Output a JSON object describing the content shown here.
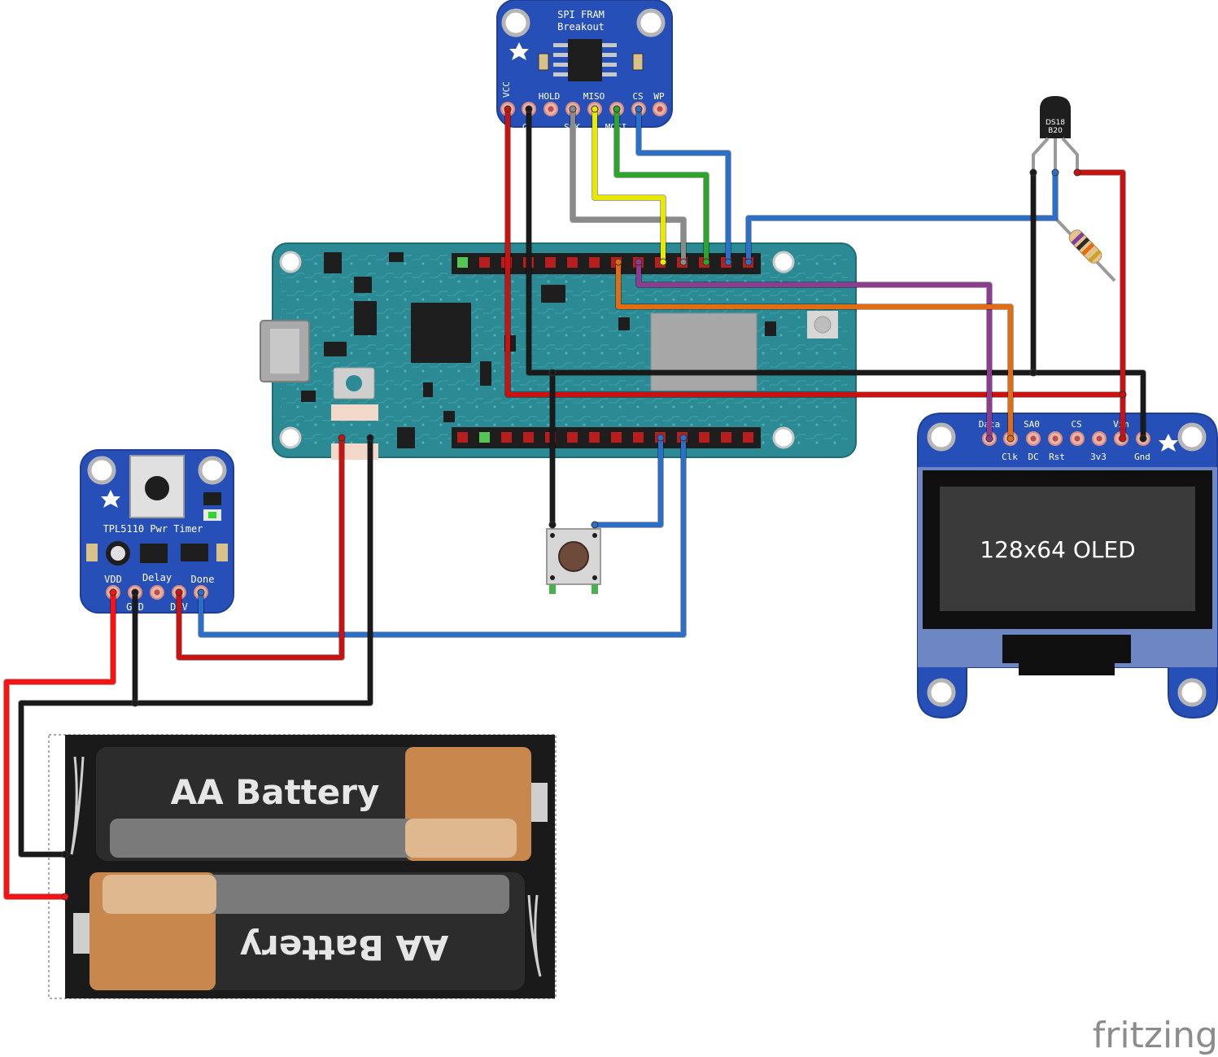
{
  "fram": {
    "title_line1": "SPI FRAM",
    "title_line2": "Breakout",
    "pins_top": [
      "VCC",
      "HOLD",
      "MISO",
      "CS",
      "WP"
    ],
    "pins_bottom": [
      "G",
      "SCK",
      "MOSI"
    ]
  },
  "sensor": {
    "line1": "DS18",
    "line2": "B20"
  },
  "timer": {
    "title": "TPL5110 Pwr Timer",
    "pins_top": [
      "VDD",
      "Delay",
      "Done"
    ],
    "pins_bottom": [
      "GND",
      "DRV"
    ]
  },
  "oled": {
    "label": "128x64 OLED",
    "pins_top": [
      "Data",
      "SA0",
      "CS",
      "Vin"
    ],
    "pins_bottom": [
      "Clk",
      "DC",
      "Rst",
      "3v3",
      "Gnd"
    ]
  },
  "battery": {
    "label_top": "AA Battery",
    "label_bottom": "AA Battery"
  },
  "watermark": "fritzing",
  "colors": {
    "wire_red": "#cc1111",
    "wire_black": "#1a1a1a",
    "wire_blue": "#2a6fc9",
    "wire_green": "#2ca52c",
    "wire_yellow": "#e8e800",
    "wire_gray": "#8a8a8a",
    "wire_purple": "#8e3b92",
    "wire_orange": "#e36c12",
    "board_teal": "#2b8a94",
    "breakout_blue": "#2650b8"
  }
}
